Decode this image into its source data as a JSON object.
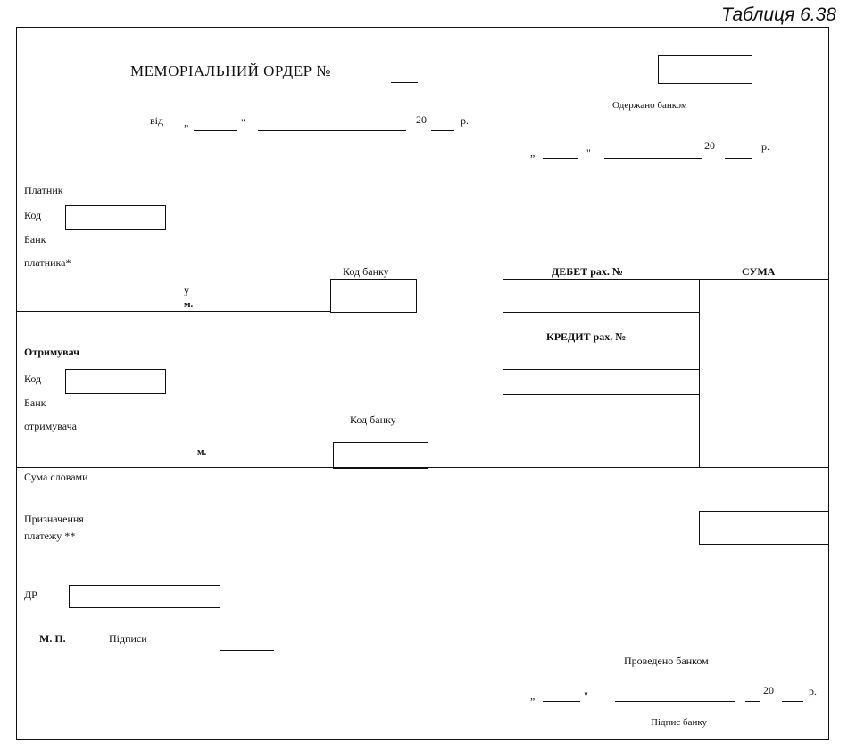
{
  "table_number": "Таблиця  6.38",
  "header": {
    "title": "МЕМОРІАЛЬНИЙ  ОРДЕР  №",
    "date_prefix": "від",
    "quote_open": "„",
    "quote_close": "\"",
    "year_prefix": "20",
    "year_suffix": "р."
  },
  "bank_received": {
    "label": "Одержано банком",
    "quote_open": "„",
    "quote_close": "\"",
    "year_prefix": "20",
    "year_suffix": "р."
  },
  "payer": {
    "label": "Платник",
    "code_label": "Код",
    "bank_label_1": "Банк",
    "bank_label_2": "платника*",
    "city_prefix_1": "у",
    "city_prefix_2": "м.",
    "bank_code_label": "Код банку"
  },
  "debit": {
    "label": "ДЕБЕТ  рах. №"
  },
  "sum": {
    "label": "СУМА"
  },
  "credit": {
    "label": "КРЕДИТ  рах. №"
  },
  "recipient": {
    "label": "Отримувач",
    "code_label": "Код",
    "bank_label_1": "Банк",
    "bank_label_2": "отримувача",
    "city_prefix": "м.",
    "bank_code_label": "Код банку"
  },
  "amount_words": {
    "label": "Сума словами"
  },
  "purpose": {
    "label_1": "Призначення",
    "label_2": "платежу **"
  },
  "dr": {
    "label": "ДР"
  },
  "stamp": {
    "label": "М. П."
  },
  "signatures": {
    "label": "Підписи"
  },
  "bank_processed": {
    "label": "Проведено банком",
    "quote_open": "„",
    "quote_close": "\"",
    "year_prefix": "20",
    "year_suffix": "р.",
    "signature_label": "Підпис банку"
  }
}
